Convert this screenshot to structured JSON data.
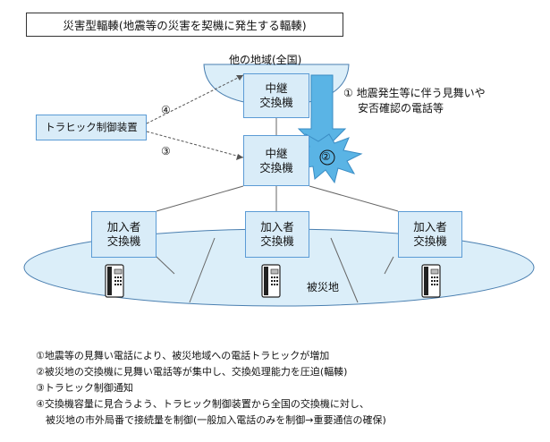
{
  "title": "災害型輻輳(地震等の災害を契機に発生する輻輳)",
  "region_top_label": "他の地域(全国)",
  "relay_top": [
    "中継",
    "交換機"
  ],
  "relay_mid": [
    "中継",
    "交換機"
  ],
  "traffic_device": "トラヒック制御装置",
  "subscribers": [
    {
      "line1": "加入者",
      "line2": "交換機"
    },
    {
      "line1": "加入者",
      "line2": "交換機"
    },
    {
      "line1": "加入者",
      "line2": "交換機"
    }
  ],
  "disaster_area_label": "被災地",
  "callout_1": [
    "① 地震発生等に伴う見舞いや",
    "安否確認の電話等"
  ],
  "marker_2": "②",
  "marker_3": "③",
  "marker_4": "④",
  "notes": [
    "①地震等の見舞い電話により、被災地域への電話トラヒックが増加",
    "②被災地の交換機に見舞い電話等が集中し、交換処理能力を圧迫(輻輳)",
    "③トラヒック制御通知",
    "④交換機容量に見合うよう、トラヒック制御装置から全国の交換機に対し、",
    "　被災地の市外局番で接続量を制御(一般加入電話のみを制御→重要通信の確保)"
  ],
  "colors": {
    "node_fill": "#d9ecf8",
    "node_border": "#5b9bd5",
    "arrow_fill": "#5ab4e5",
    "ellipse_fill": "#dbeef9"
  },
  "icons": [
    "telephone-icon",
    "burst-icon",
    "down-arrow-icon"
  ]
}
